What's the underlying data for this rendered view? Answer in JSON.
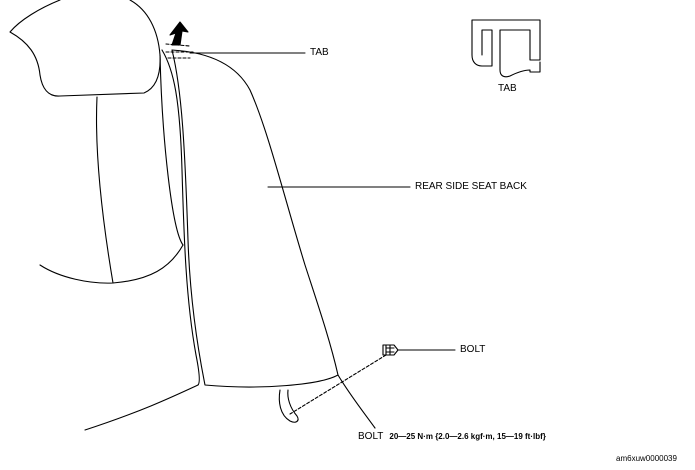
{
  "labels": {
    "tab_callout": "TAB",
    "tab_inset": "TAB",
    "seat_back": "REAR SIDE SEAT BACK",
    "bolt_callout": "BOLT",
    "bolt_spec_title": "BOLT",
    "bolt_spec_value": "20—25 N·m {2.0—2.6 kgf·m, 15—19 ft·lbf}",
    "figure_code": "am6xuw0000039"
  },
  "colors": {
    "line": "#000000",
    "background": "#ffffff"
  },
  "icons": {
    "removal_arrow": "arrow-up-icon",
    "bolt": "bolt-icon"
  }
}
